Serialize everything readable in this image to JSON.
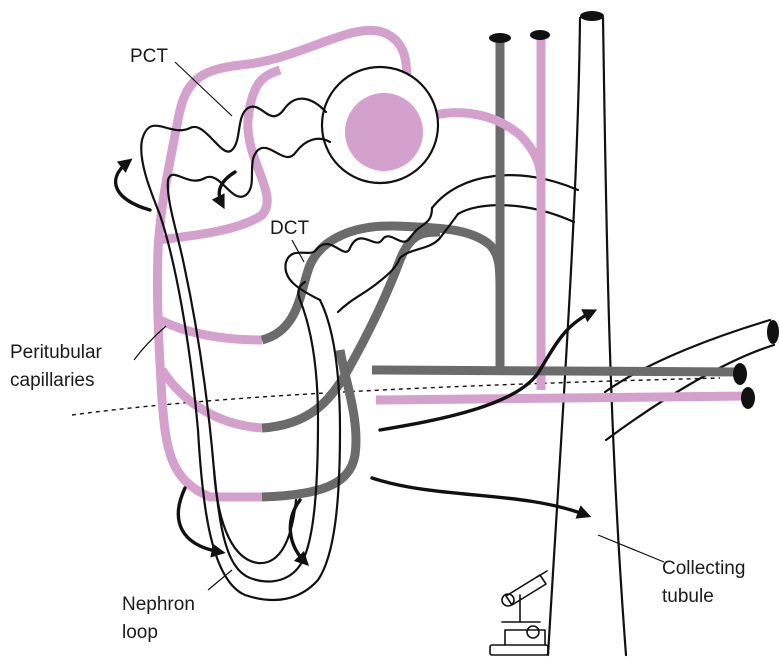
{
  "labels": {
    "pct": "PCT",
    "dct": "DCT",
    "peritubular_line1": "Peritubular",
    "peritubular_line2": "capillaries",
    "nephron_line1": "Nephron",
    "nephron_line2": "loop",
    "collecting_line1": "Collecting",
    "collecting_line2": "tubule"
  },
  "colors": {
    "arterial_capillary": "#d4a0cc",
    "venous_capillary": "#6b6b6b",
    "tubule_outline": "#111111",
    "background": "#ffffff"
  },
  "icons": [
    "microscope-icon"
  ]
}
